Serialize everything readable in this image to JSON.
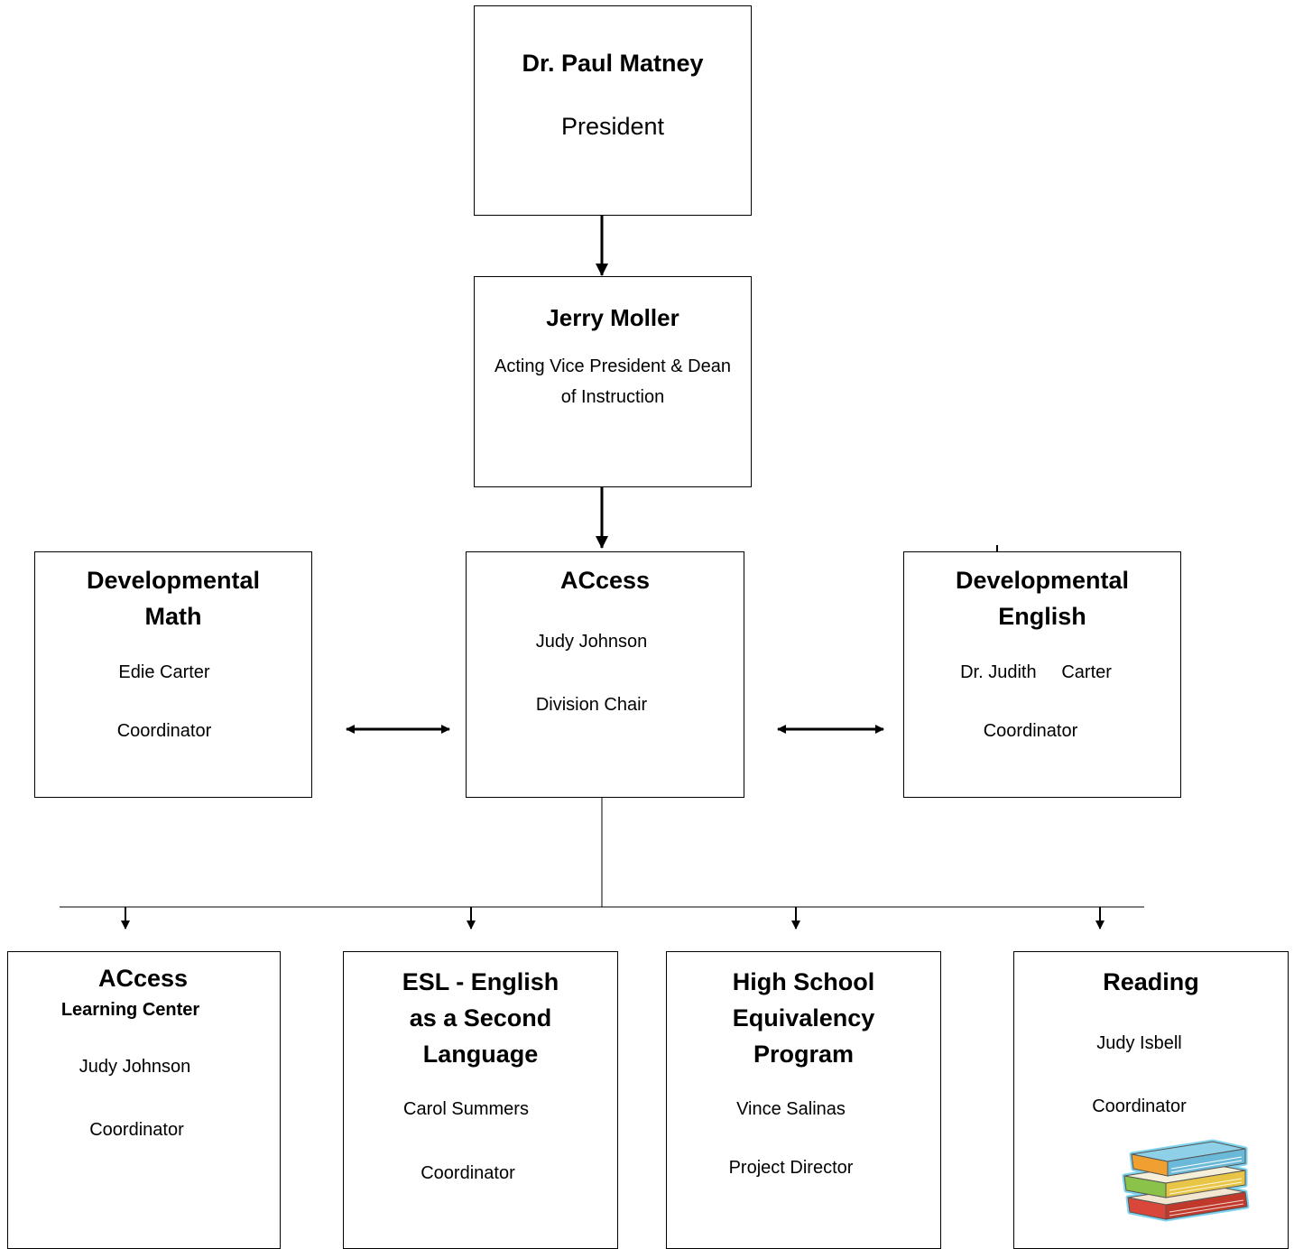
{
  "president": {
    "name": "Dr. Paul Matney",
    "title": "President"
  },
  "vp": {
    "name": "Jerry Moller",
    "title_line1": "Acting Vice President & Dean",
    "title_line2": "of Instruction"
  },
  "access": {
    "name": "ACcess",
    "person": "Judy Johnson",
    "role": "Division Chair"
  },
  "dev_math": {
    "title_line1": "Developmental",
    "title_line2": "Math",
    "person": "Edie Carter",
    "role": "Coordinator"
  },
  "dev_english": {
    "title_line1": "Developmental",
    "title_line2": "English",
    "person": "Dr. Judith     Carter",
    "role": "Coordinator"
  },
  "learning_center": {
    "title": "ACcess",
    "subtitle": "Learning Center",
    "person": "Judy Johnson",
    "role": "Coordinator"
  },
  "esl": {
    "title_line1": "ESL - English",
    "title_line2": "as a Second",
    "title_line3": "Language",
    "person": "Carol Summers",
    "role": "Coordinator"
  },
  "hsep": {
    "title_line1": "High School",
    "title_line2": "Equivalency",
    "title_line3": "Program",
    "person": "Vince Salinas",
    "role": "Project Director"
  },
  "reading": {
    "title": "Reading",
    "person": "Judy Isbell",
    "role": "Coordinator",
    "icon": "books-icon"
  }
}
